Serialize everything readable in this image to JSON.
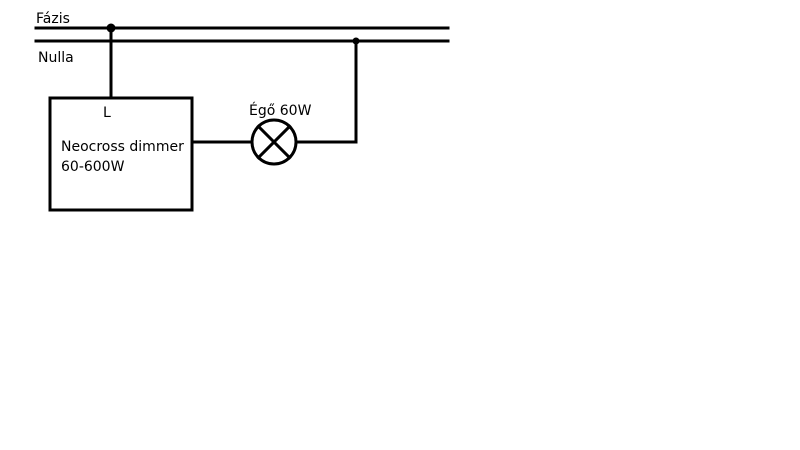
{
  "diagram": {
    "phase_label": "Fázis",
    "neutral_label": "Nulla",
    "terminal_label": "L",
    "dimmer_line1": "Neocross dimmer",
    "dimmer_line2": "60-600W",
    "lamp_label": "Égő 60W"
  },
  "colors": {
    "stroke": "#000000",
    "background": "#ffffff"
  }
}
